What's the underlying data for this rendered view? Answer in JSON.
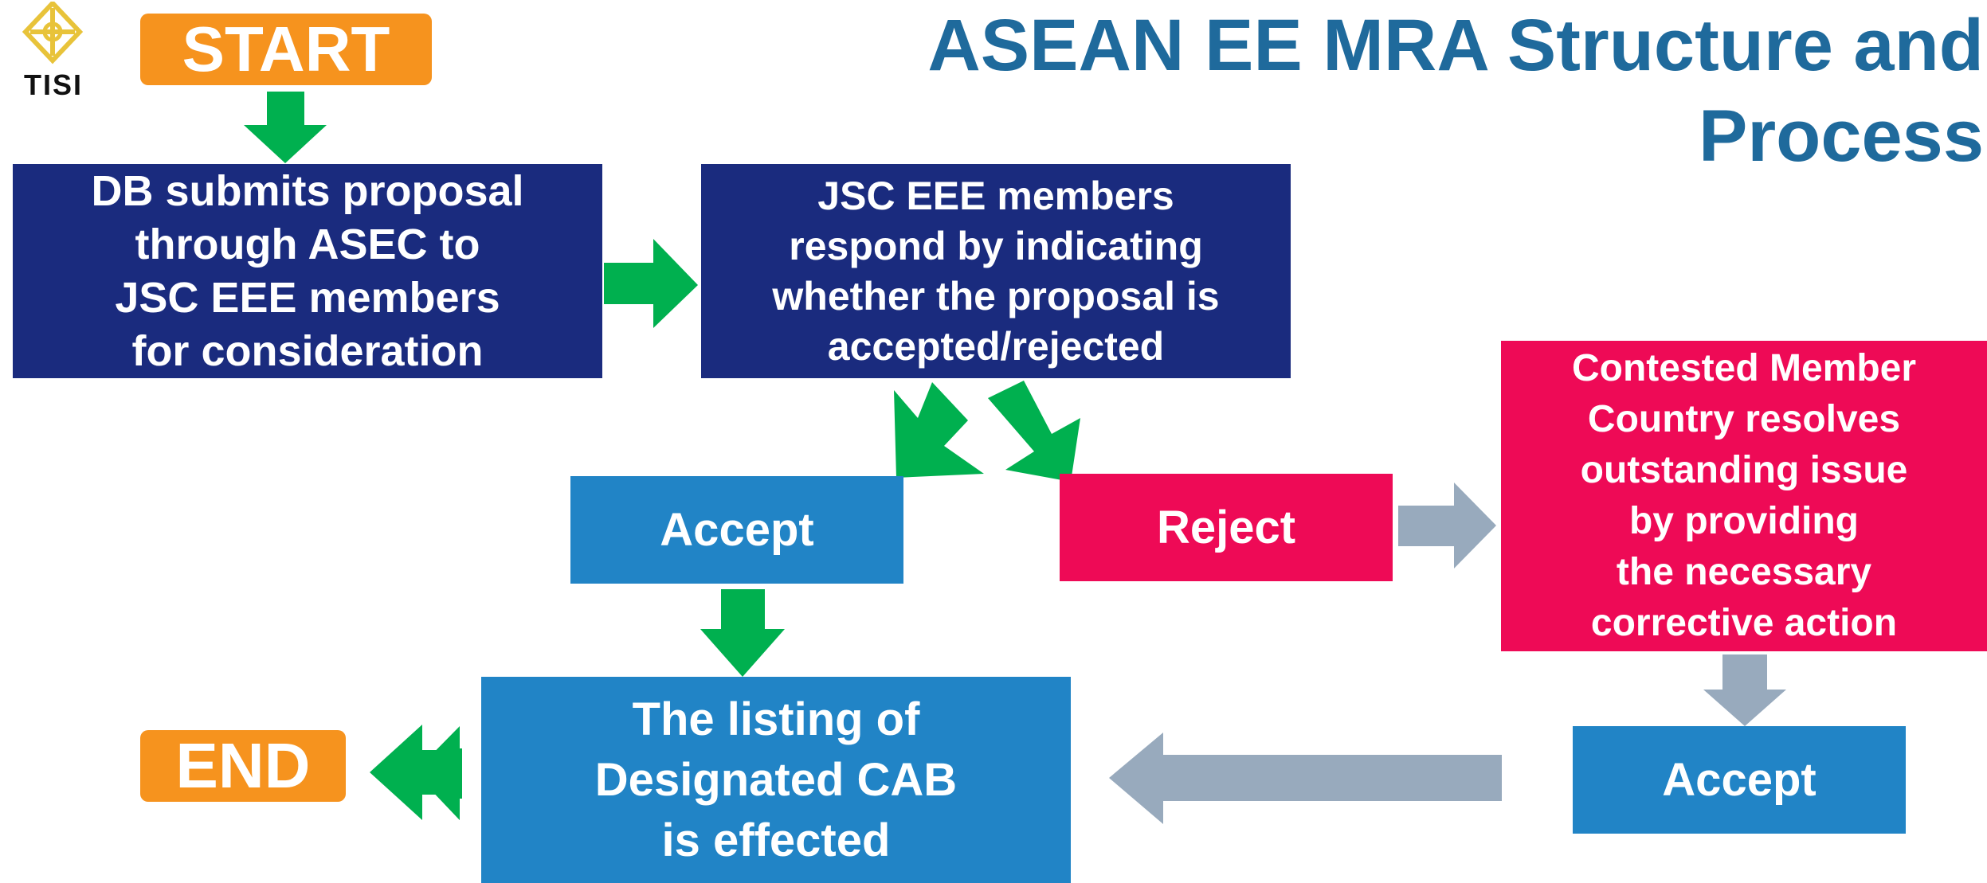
{
  "title": "ASEAN EE MRA Structure and\nProcess",
  "logo": {
    "text": "TISI",
    "icon": "tisi-logo-icon"
  },
  "start_label": "START",
  "end_label": "END",
  "steps": {
    "db_submits": "DB submits proposal\nthrough ASEC to\nJSC EEE members\nfor consideration",
    "jsc_responds": "JSC EEE members\nrespond by indicating\nwhether the proposal is\naccepted/rejected",
    "accept": "Accept",
    "reject": "Reject",
    "contested": "Contested Member\nCountry resolves\noutstanding issue\nby providing\nthe necessary\ncorrective action",
    "accept_2": "Accept",
    "listing": "The listing of\nDesignated CAB\nis effected"
  },
  "colors": {
    "navy": "#1a2b7e",
    "blue": "#2184c6",
    "red": "#ee0a56",
    "orange": "#f6931e",
    "green_arrow": "#00b04f",
    "gray_arrow": "#98aabd",
    "title": "#1f6a9c",
    "logo_gold": "#e8c33a"
  }
}
